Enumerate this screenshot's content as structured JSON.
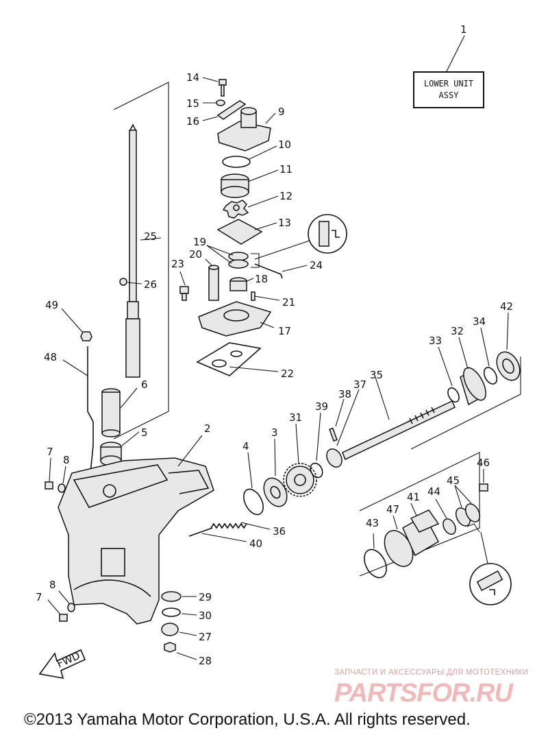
{
  "assy_box": {
    "line1": "LOWER UNIT",
    "line2": "ASSY"
  },
  "fwd_label": "FWD",
  "watermark": {
    "line1": "ЗАПЧАСТИ И АКСЕССУАРЫ ДЛЯ МОТОТЕХНИКИ",
    "line2": "PARTSFOR.RU"
  },
  "copyright": "©2013 Yamaha Motor Corporation, U.S.A. All rights reserved.",
  "callouts": [
    "1",
    "2",
    "3",
    "4",
    "5",
    "6",
    "7",
    "8",
    "9",
    "10",
    "11",
    "12",
    "13",
    "14",
    "15",
    "16",
    "17",
    "18",
    "19",
    "20",
    "21",
    "22",
    "23",
    "24",
    "25",
    "26",
    "27",
    "28",
    "29",
    "30",
    "31",
    "32",
    "33",
    "34",
    "35",
    "36",
    "37",
    "38",
    "39",
    "40",
    "41",
    "42",
    "43",
    "44",
    "45",
    "46",
    "47",
    "48",
    "49",
    "7",
    "8"
  ],
  "colors": {
    "line": "#111111",
    "watermark": "#f1b8b8"
  }
}
